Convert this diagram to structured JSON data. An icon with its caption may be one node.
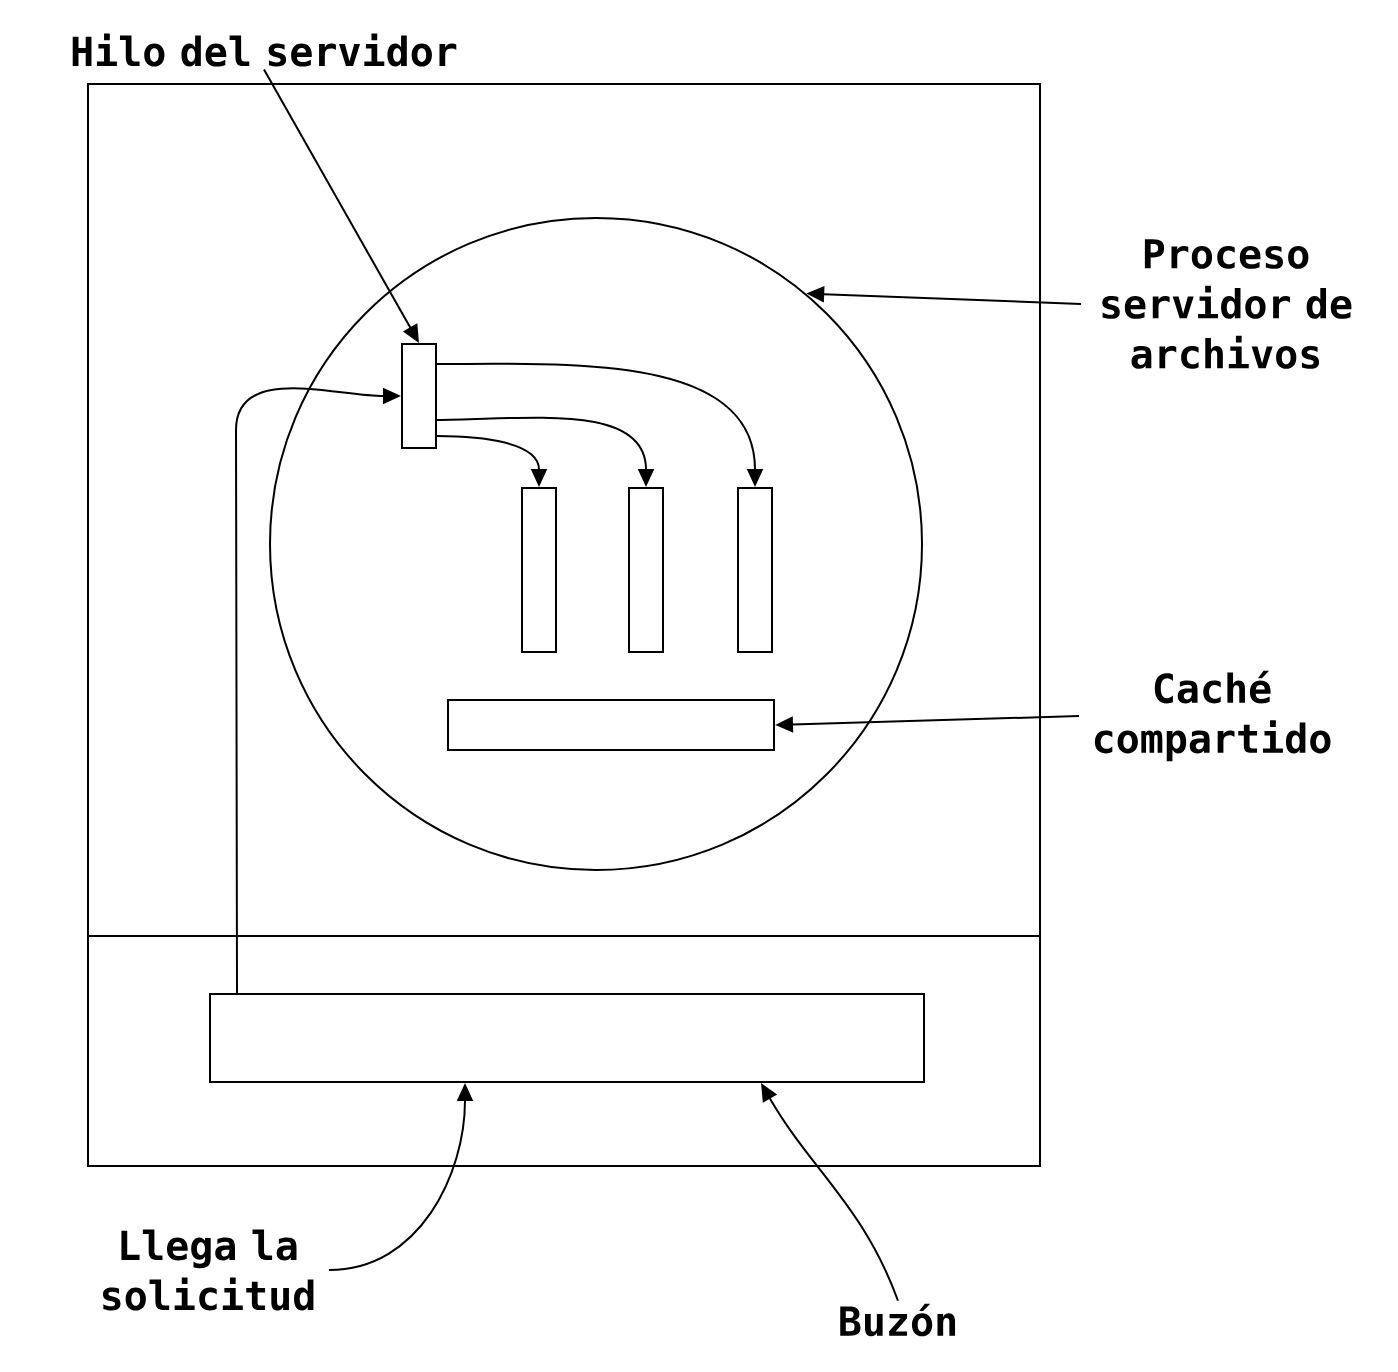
{
  "diagram": {
    "nodes": [
      {
        "text": [],
        "shape": "box"
      },
      {
        "text": [],
        "shape": "circle",
        "in": 0
      },
      {
        "text": [],
        "shape": "bar",
        "in": 1
      },
      {
        "text": [],
        "shape": "bar",
        "in": 1
      },
      {
        "text": [],
        "shape": "bar",
        "in": 1
      },
      {
        "text": [],
        "shape": "bar",
        "in": 1
      },
      {
        "text": [],
        "shape": "bar",
        "in": 1
      },
      {
        "text": [],
        "shape": "bar",
        "in": 0
      },
      {
        "text": [
          "Hilo del servidor"
        ]
      },
      {
        "text": [
          "Proceso servidor de archivos"
        ]
      },
      {
        "text": [
          "Caché compartido"
        ]
      },
      {
        "text": [
          "Llega la solicitud"
        ]
      },
      {
        "text": [
          "Buzón"
        ]
      }
    ],
    "edges": [
      {
        "from": 8,
        "to": 2,
        "arrow": "to"
      },
      {
        "from": 9,
        "to": 1,
        "arrow": "to"
      },
      {
        "from": 10,
        "to": 6,
        "arrow": "to"
      },
      {
        "from": 11,
        "to": 7,
        "arrow": "to"
      },
      {
        "from": 12,
        "to": 7,
        "arrow": "to"
      },
      {
        "from": 7,
        "to": 2,
        "arrow": "to"
      },
      {
        "from": 2,
        "to": 3,
        "arrow": "to"
      },
      {
        "from": 2,
        "to": 4,
        "arrow": "to"
      },
      {
        "from": 2,
        "to": 5,
        "arrow": "to"
      }
    ]
  }
}
